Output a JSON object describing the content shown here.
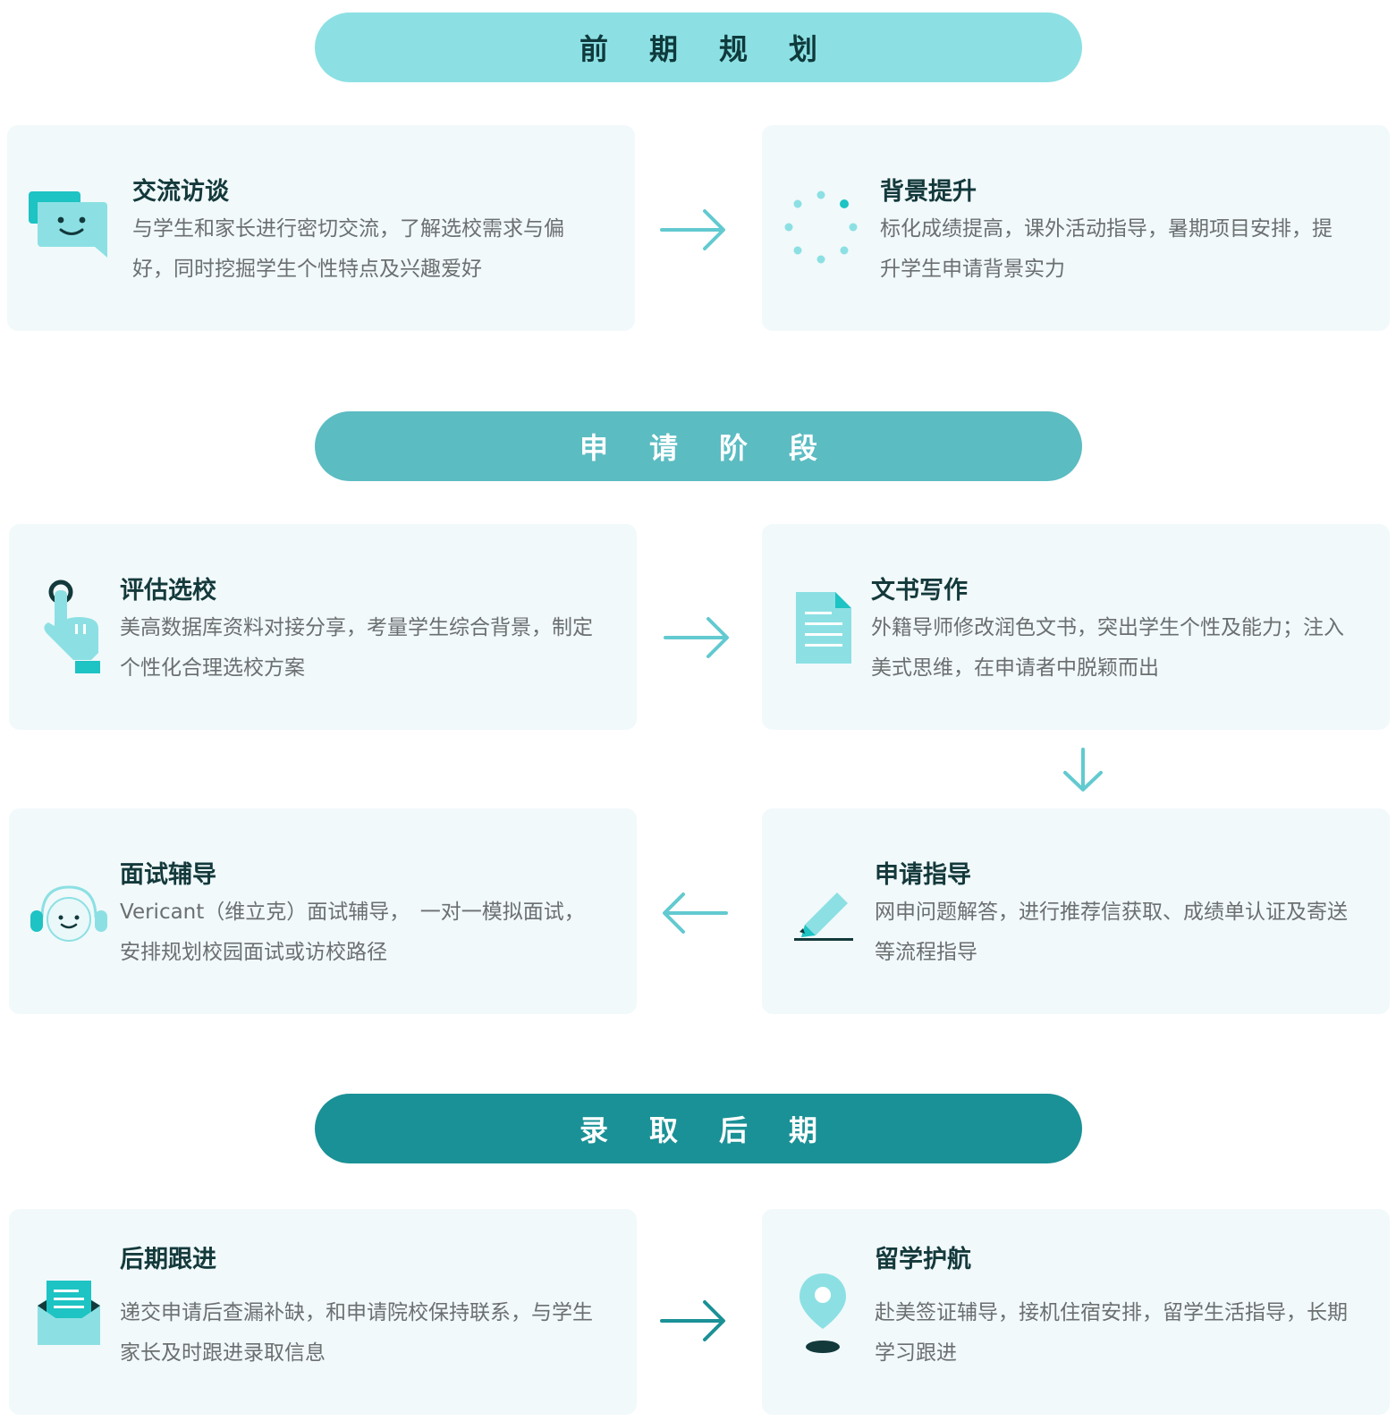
{
  "colors": {
    "stage1": "#8ce0e3",
    "stage2": "#5bbcc2",
    "stage3": "#1a9196",
    "card_bg": "#f1f9fb",
    "icon_primary": "#8ce0e3",
    "icon_accent": "#1ec3c3",
    "icon_dark": "#13393b",
    "arrow_light": "#62cad0",
    "arrow_dark": "#1a9196"
  },
  "stages": [
    {
      "title": "前期规划",
      "cards": [
        {
          "icon": "chat-bubble-smile-icon",
          "title": "交流访谈",
          "desc": "与学生和家长进行密切交流，了解选校需求与偏好，同时挖掘学生个性特点及兴趣爱好"
        },
        {
          "icon": "loading-dots-icon",
          "title": "背景提升",
          "desc": "标化成绩提高，课外活动指导，暑期项目安排，提升学生申请背景实力"
        }
      ]
    },
    {
      "title": "申请阶段",
      "cards": [
        {
          "icon": "hand-pointer-icon",
          "title": "评估选校",
          "desc": "美高数据库资料对接分享，考量学生综合背景，制定个性化合理选校方案"
        },
        {
          "icon": "document-icon",
          "title": "文书写作",
          "desc": "外籍导师修改润色文书，突出学生个性及能力；注入美式思维，在申请者中脱颖而出"
        },
        {
          "icon": "headphones-face-icon",
          "title": "面试辅导",
          "desc": "Vericant（维立克）面试辅导，　一对一模拟面试，安排规划校园面试或访校路径"
        },
        {
          "icon": "pencil-icon",
          "title": "申请指导",
          "desc": "网申问题解答，进行推荐信获取、成绩单认证及寄送等流程指导"
        }
      ]
    },
    {
      "title": "录取后期",
      "cards": [
        {
          "icon": "envelope-letter-icon",
          "title": "后期跟进",
          "desc": "递交申请后查漏补缺，和申请院校保持联系，与学生家长及时跟进录取信息"
        },
        {
          "icon": "location-pin-icon",
          "title": "留学护航",
          "desc": "赴美签证辅导，接机住宿安排，留学生活指导，长期学习跟进"
        }
      ]
    }
  ]
}
